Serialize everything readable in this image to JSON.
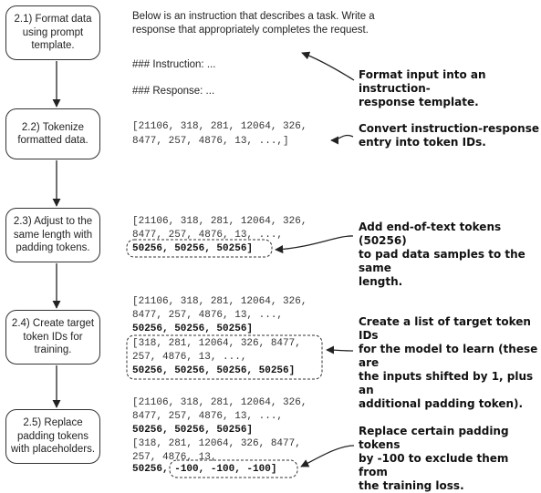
{
  "steps": [
    {
      "label": "2.1) Format data\nusing prompt\ntemplate."
    },
    {
      "label": "2.2) Tokenize\nformatted data."
    },
    {
      "label": "2.3) Adjust to the\nsame length with\npadding tokens."
    },
    {
      "label": "2.4) Create target\ntoken IDs for\ntraining."
    },
    {
      "label": "2.5) Replace\npadding tokens\nwith placeholders."
    }
  ],
  "template": {
    "intro_line1": "Below is an instruction that describes a task. Write a",
    "intro_line2": "response that appropriately completes the request.",
    "instruction": "### Instruction: ...",
    "response": "### Response: ..."
  },
  "tokens": {
    "line1": "[21106, 318, 281, 12064, 326,",
    "line2": "8477, 257, 4876, 13, ...,]",
    "line2_open": "8477, 257, 4876, 13, ...,",
    "pad3": "50256, 50256, 50256]",
    "target_line1": "[318, 281, 12064, 326, 8477,",
    "target_line2": "257, 4876, 13, ...,",
    "target_pad4": "50256, 50256, 50256, 50256]",
    "replace_line1": "[318, 281, 12064, 326, 8477,",
    "replace_line2": "257, 4876, 13,",
    "replace_first": "50256,",
    "replace_mask": "-100, -100, -100]"
  },
  "annotations": [
    {
      "text": "Format input into an instruction-\nresponse template."
    },
    {
      "text": "Convert instruction-response\nentry into token IDs."
    },
    {
      "text": "Add end-of-text tokens (50256)\nto pad data samples to the same\nlength."
    },
    {
      "text": "Create a list of target token IDs\nfor the model to learn (these are\nthe inputs shifted by 1, plus an\nadditional padding token)."
    },
    {
      "text": "Replace certain padding tokens\nby -100 to exclude them from\nthe training loss."
    }
  ]
}
